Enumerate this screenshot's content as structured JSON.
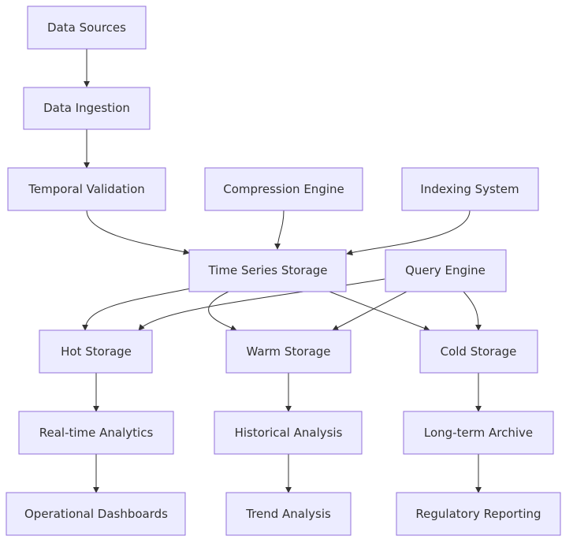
{
  "diagram": {
    "nodes": {
      "data_sources": "Data Sources",
      "data_ingestion": "Data Ingestion",
      "temporal_validation": "Temporal Validation",
      "compression_engine": "Compression Engine",
      "indexing_system": "Indexing System",
      "time_series_storage": "Time Series Storage",
      "query_engine": "Query Engine",
      "hot_storage": "Hot Storage",
      "warm_storage": "Warm Storage",
      "cold_storage": "Cold Storage",
      "realtime_analytics": "Real-time Analytics",
      "historical_analysis": "Historical Analysis",
      "longterm_archive": "Long-term Archive",
      "operational_dashboards": "Operational Dashboards",
      "trend_analysis": "Trend Analysis",
      "regulatory_reporting": "Regulatory Reporting"
    },
    "edges": [
      {
        "from": "data_sources",
        "to": "data_ingestion"
      },
      {
        "from": "data_ingestion",
        "to": "temporal_validation"
      },
      {
        "from": "temporal_validation",
        "to": "time_series_storage"
      },
      {
        "from": "compression_engine",
        "to": "time_series_storage"
      },
      {
        "from": "indexing_system",
        "to": "time_series_storage"
      },
      {
        "from": "time_series_storage",
        "to": "hot_storage"
      },
      {
        "from": "time_series_storage",
        "to": "warm_storage"
      },
      {
        "from": "time_series_storage",
        "to": "cold_storage"
      },
      {
        "from": "query_engine",
        "to": "hot_storage"
      },
      {
        "from": "query_engine",
        "to": "warm_storage"
      },
      {
        "from": "query_engine",
        "to": "cold_storage"
      },
      {
        "from": "hot_storage",
        "to": "realtime_analytics"
      },
      {
        "from": "warm_storage",
        "to": "historical_analysis"
      },
      {
        "from": "cold_storage",
        "to": "longterm_archive"
      },
      {
        "from": "realtime_analytics",
        "to": "operational_dashboards"
      },
      {
        "from": "historical_analysis",
        "to": "trend_analysis"
      },
      {
        "from": "longterm_archive",
        "to": "regulatory_reporting"
      }
    ]
  }
}
